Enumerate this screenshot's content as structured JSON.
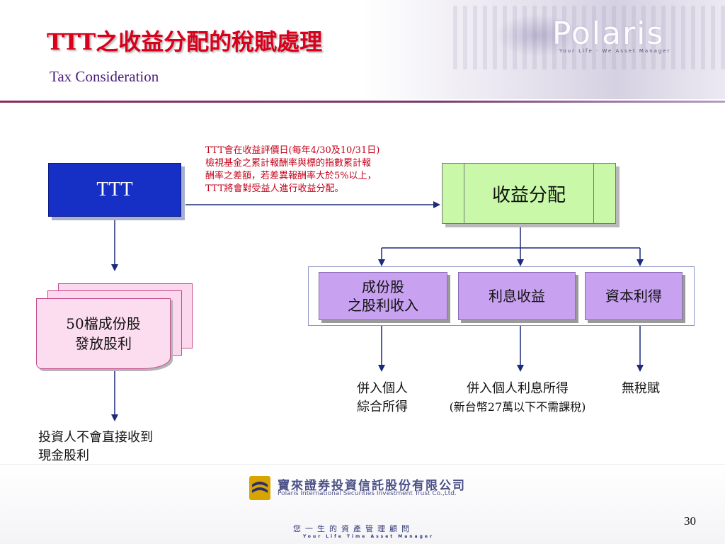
{
  "header": {
    "brand": "Polaris",
    "brand_tagline": "Your Life · We Asset Manager",
    "title": "TTT之收益分配的稅賦處理",
    "subtitle": "Tax Consideration"
  },
  "diagram": {
    "ttt_label": "TTT",
    "income_label": "收益分配",
    "note_lines": [
      "TTT會在收益評價日(每年4/30及10/31日)",
      "檢視基金之累計報酬率與標的指數累計報",
      "酬率之差額，若差異報酬率大於5%以上，",
      "TTT將會對受益人進行收益分配。"
    ],
    "categories": [
      {
        "line1": "成份股",
        "line2": "之股利收入",
        "outcome_line1": "併入個人",
        "outcome_line2": "綜合所得"
      },
      {
        "line1": "利息收益",
        "outcome_line1": "併入個人利息所得",
        "outcome_line2": "(新台幣27萬以下不需課稅)"
      },
      {
        "line1": "資本利得",
        "outcome_line1": "無稅賦"
      }
    ],
    "doc_stack_line1": "50檔成份股",
    "doc_stack_line2": "發放股利",
    "investor_line1": "投資人不會直接收到",
    "investor_line2": "現金股利"
  },
  "footer": {
    "company_zh": "寶來證券投資信託股份有限公司",
    "company_en": "Polaris International Securities Investment Trust Co.,Ltd.",
    "slogan_zh": "您一生的資產管理顧問",
    "slogan_en": "Your Life Time Asset Manager",
    "page_number": "30"
  },
  "colors": {
    "title": "#d8001b",
    "subtitle": "#4a1f7a",
    "ttt_box": "#1630c6",
    "income_box": "#c8f8a8",
    "category_box": "#c8a2f0",
    "doc_box": "#fcdcef",
    "note_text": "#c4001a",
    "connector": "#1b2a7a"
  }
}
